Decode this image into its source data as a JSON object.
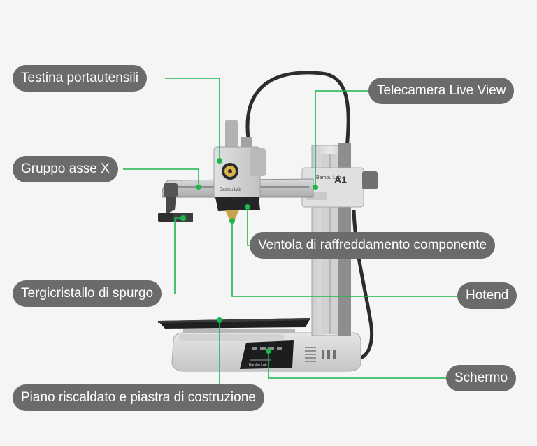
{
  "labels": {
    "toolhead": "Testina portautensili",
    "camera": "Telecamera Live View",
    "x_axis": "Gruppo asse X",
    "fan": "Ventola di raffreddamento componente",
    "wiper": "Tergicristallo di spurgo",
    "hotend": "Hotend",
    "screen": "Schermo",
    "bed": "Piano riscaldato e piastra di costruzione"
  },
  "printer_branding": {
    "maker": "Bambu Lab",
    "model": "A1"
  },
  "colors": {
    "background": "#f5f5f5",
    "label_fill": "#6b6b6b",
    "label_text": "#ffffff",
    "leader_line": "#1db64c",
    "leader_dot": "#1db64c"
  }
}
